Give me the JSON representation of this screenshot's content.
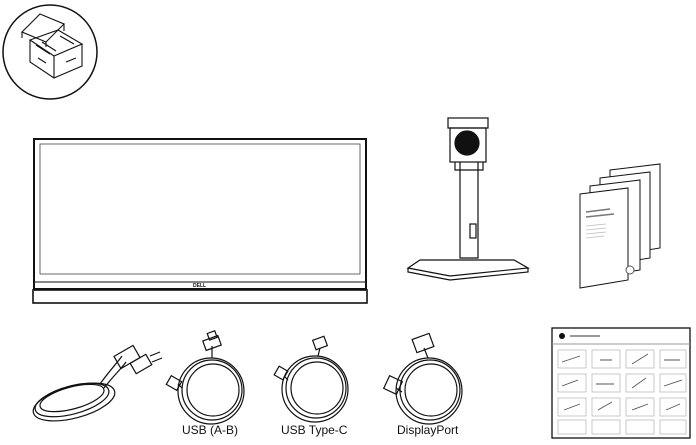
{
  "logo_text": "DELL",
  "labels": {
    "usb_ab": "USB (A-B)",
    "usb_c": "USB Type-C",
    "displayport": "DisplayPort"
  },
  "colors": {
    "line": "#111111",
    "background": "#ffffff",
    "screen_line": "#444444"
  },
  "icons": {
    "box": "open-box-icon",
    "monitor": "monitor",
    "stand": "monitor-stand",
    "documents": "document-stack",
    "power": "power-cable",
    "usb_ab": "usb-ab-cable",
    "usb_c": "usb-c-cable",
    "displayport": "displayport-cable",
    "quick_setup": "quick-setup-guide"
  }
}
